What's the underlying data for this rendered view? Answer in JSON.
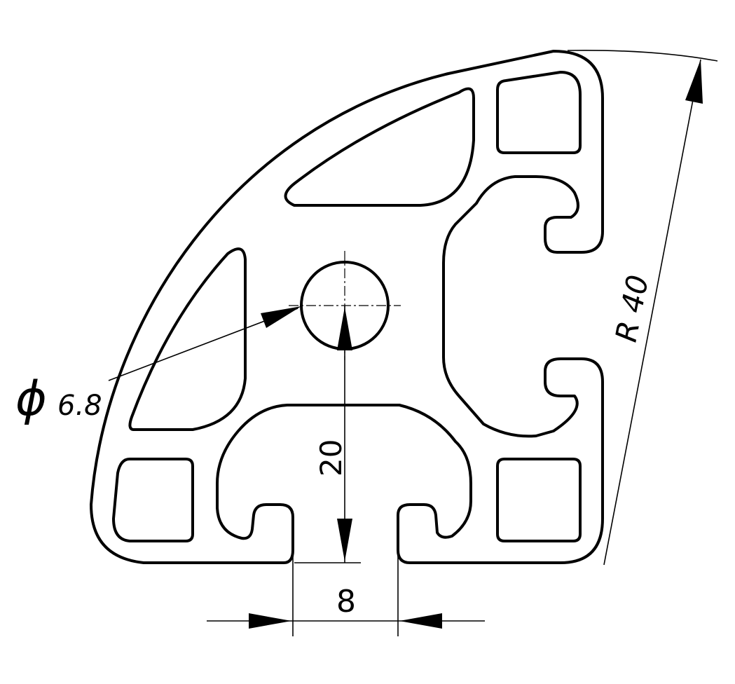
{
  "dimensions": {
    "diameter_symbol": "ϕ",
    "diameter_value": "6.8",
    "height_value": "20",
    "width_value": "8",
    "radius_label": "R 40"
  }
}
